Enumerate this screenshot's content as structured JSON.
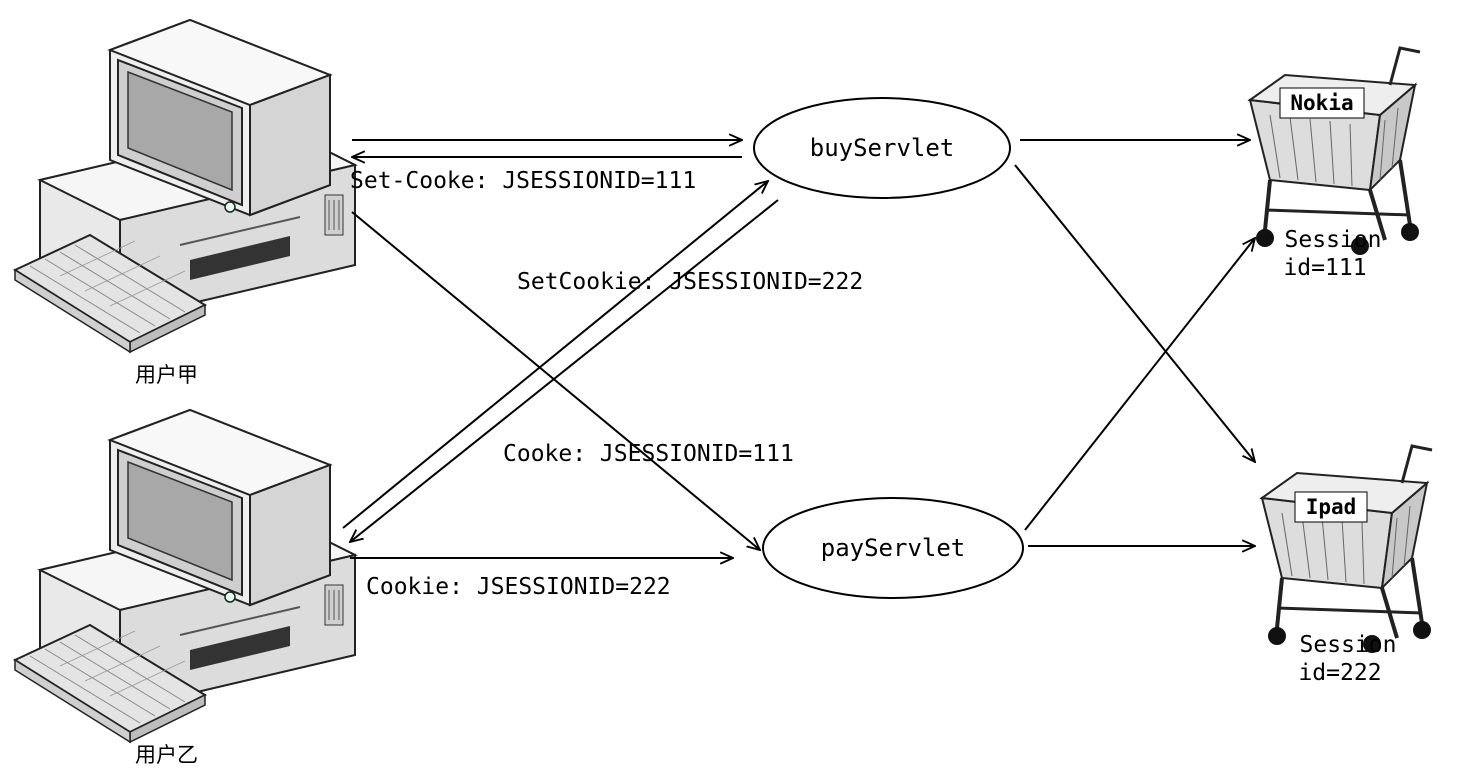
{
  "users": {
    "user_a": "用户甲",
    "user_b": "用户乙"
  },
  "servlets": {
    "buy": "buyServlet",
    "pay": "payServlet"
  },
  "carts": {
    "cart1": {
      "tag": "Nokia",
      "session_line1": "Session",
      "session_line2": "id=111"
    },
    "cart2": {
      "tag": "Ipad",
      "session_line1": "Session",
      "session_line2": "id=222"
    }
  },
  "edge_labels": {
    "set_cookie_111": "Set-Cooke: JSESSIONID=111",
    "set_cookie_222": "SetCookie: JSESSIONID=222",
    "cookie_111": "Cooke: JSESSIONID=111",
    "cookie_222": "Cookie: JSESSIONID=222"
  },
  "icons": {
    "computer": "desktop-computer-icon",
    "cart": "shopping-cart-icon"
  },
  "colors": {
    "line": "#000000",
    "background": "#ffffff"
  }
}
